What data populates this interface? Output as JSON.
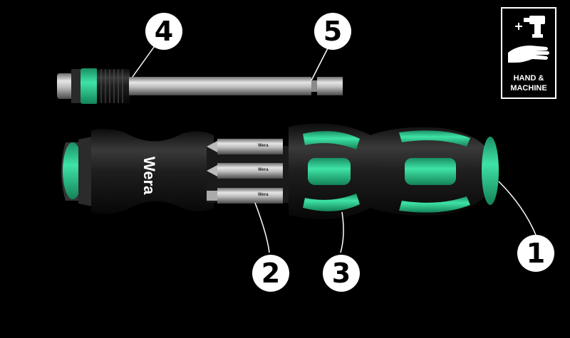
{
  "image": {
    "subject": "Wera screwdriver with bit magazine and extension bit holder",
    "brand_text": "Wera",
    "bit_labels": [
      "Wera",
      "Wera",
      "Wera"
    ]
  },
  "callouts": [
    "1",
    "2",
    "3",
    "4",
    "5"
  ],
  "badge": {
    "line1": "HAND &",
    "line2": "MACHINE",
    "icons": [
      "drill-icon",
      "plus-icon",
      "hand-icon"
    ]
  },
  "colors": {
    "background": "#000000",
    "accent_green": "#2fcf95",
    "handle_black": "#1a1a1a",
    "metal": "#c8c8c8"
  }
}
